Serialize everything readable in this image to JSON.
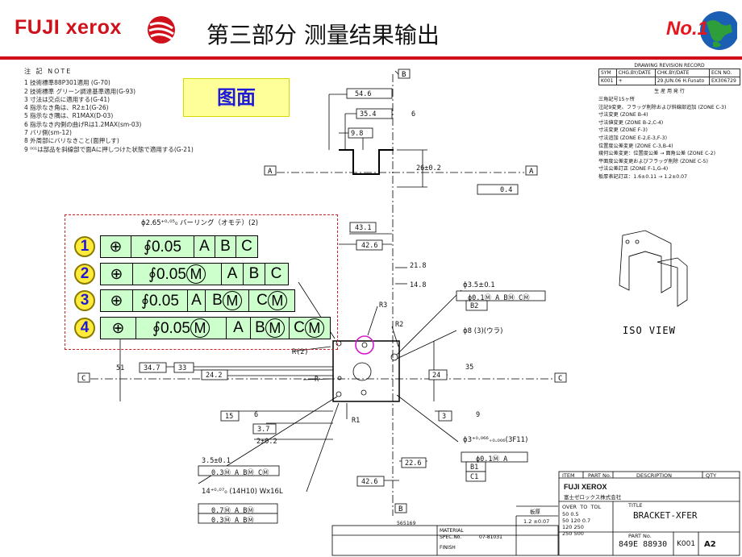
{
  "header": {
    "logo": "FUJI xerox",
    "title": "第三部分 测量结果输出",
    "badge": "No.1"
  },
  "colors": {
    "brand_red": "#d0101b",
    "highlight_yellow": "#ffff99",
    "frame_green": "#ccffcc",
    "label_blue": "#1f1ad8",
    "badge_yellow": "#ffeb3b"
  },
  "notes": {
    "heading": "注  記  NOTE",
    "items": [
      "1    技術標準88P301適用 (G-70)",
      "2    技術標準 グリーン調達基準適用(G-93)",
      "3    寸法は交点に適用する(G-41)",
      "4    指示なき角は、R2±1(G-26)",
      "5    指示なき隅は、R1MAX(D-03)",
      "6    指示なき内側の曲げRは1.2MAX(sm-03)",
      "7    バリ側(sm-12)",
      "8    外周部にバリなきこと(面押しす)",
      "9    ⁰⁰¹は部品を斜線部で面Aに押しつけた状態で適用する(G-21)"
    ]
  },
  "view_label": "图面",
  "frames": [
    {
      "num": "1",
      "tol": "∮0.05",
      "datums": [
        "A",
        "B",
        "C"
      ]
    },
    {
      "num": "2",
      "tol": "∮0.05",
      "mod": "M",
      "datums": [
        "A",
        "B",
        "C"
      ]
    },
    {
      "num": "3",
      "tol": "∮0.05",
      "datums": [
        "A",
        "B",
        "C"
      ],
      "datum_mods": [
        "",
        "M",
        "M"
      ]
    },
    {
      "num": "4",
      "tol": "∮0.05",
      "mod": "M",
      "datums": [
        "A",
        "B",
        "C"
      ],
      "datum_mods": [
        "",
        "M",
        "M"
      ]
    }
  ],
  "dims": {
    "d54_6": "54.6",
    "d35_4": "35.4",
    "d6": "6",
    "d9_8": "9.8",
    "d26": "26±0.2",
    "d0_4": "0.4",
    "d43_1": "43.1",
    "d42_6": "42.6",
    "d21_8": "21.8",
    "d14_8": "14.8",
    "hole1": "ϕ2.65⁺⁰·⁰⁵₀ バーリング（オモテ）(2)",
    "r3": "R3",
    "r2": "R2",
    "r2b": "R(2)",
    "rx": "R",
    "r1": "R1",
    "d51": "51",
    "d34_7": "34.7",
    "d33": "33",
    "d24_2": "24.2",
    "d15": "15",
    "d6b": "6",
    "d3_7": "3.7",
    "d2": "2±0.2",
    "d35": "35",
    "d24": "24",
    "d3": "3",
    "d9": "9",
    "hole2": "ϕ3.5±0.1",
    "hole3": "ϕ8 (3)(ウラ)",
    "hole4": "ϕ3⁺⁰·⁰⁶⁶₊₀.₀₀₆(3F11)",
    "d22_6": "22.6",
    "d42_6b": "42.6",
    "d3_5": "3.5±0.1",
    "d14": "14⁺⁰·⁰⁷₀ (14H10) Wx16L",
    "fcf_a": "ϕ0.1Ⓜ A BⓂ CⓂ",
    "fcf_b2": "B2",
    "fcf_c": "ϕ0.1Ⓜ A",
    "fcf_b1": "B1",
    "fcf_c1": "C1",
    "fcf_03": "0.3Ⓜ A BⓂ CⓂ",
    "fcf_07": "0.7Ⓜ A BⓂ",
    "fcf_03b": "0.3Ⓜ A BⓂ",
    "n565169": "565169"
  },
  "revision": {
    "title": "DRAWING REVISION RECORD",
    "cols": [
      "SYM",
      "CHG.BY/DATE",
      "CHK.BY/DATE",
      "ECN NO."
    ],
    "row": [
      "K001",
      "+",
      "29.JUN.06 H.Funato",
      "EX306729"
    ],
    "subtitle": "生  産  用  発  行",
    "lines": [
      "三角記号15ヶ所",
      "注記9変更、フラッグ削除および斜線部追加 (ZONE C-3)",
      "寸法変更 (ZONE B-4)",
      "寸法値変更 (ZONE B-2,C-4)",
      "寸法変更 (ZONE F-3)",
      "寸法追加 (ZONE E-2,E-3,F-3)",
      "位置度公差変更 (ZONE C-3,B-4)",
      "幾何公差変更：位置度公差 → 面角公差 (ZONE C-2)",
      "平面度公差変更およびフラッグ削除 (ZONE C-5)",
      "寸法公差訂正 (ZONE F-1,G-4)",
      "板厚表記訂正：1.6±0.11 → 1.2±0.07"
    ]
  },
  "iso_view": "ISO VIEW",
  "title_block": {
    "cols": [
      "ITEM",
      "PART No.",
      "DESCRIPTION",
      "QTY"
    ],
    "brand": "FUJI XEROX",
    "company": "富士ゼロックス株式会社",
    "thickness_label": "板厚",
    "thickness": "1.2 ±0.07",
    "title_label": "TITLE",
    "title": "BRACKET-XFER",
    "part_label": "PART No.",
    "part_no": "849E 88930",
    "rev": "K001",
    "size": "A2",
    "tol_rows": [
      [
        "OVER",
        "TO",
        "TOL"
      ],
      [
        "",
        "50",
        "0.5"
      ],
      [
        "50",
        "120",
        "0.7"
      ],
      [
        "120",
        "250",
        ""
      ],
      [
        "250",
        "500",
        ""
      ]
    ],
    "spec_no": "07-81031",
    "specs": "SPEC.No.",
    "finish": "FINISH",
    "material": "MATERIAL"
  }
}
